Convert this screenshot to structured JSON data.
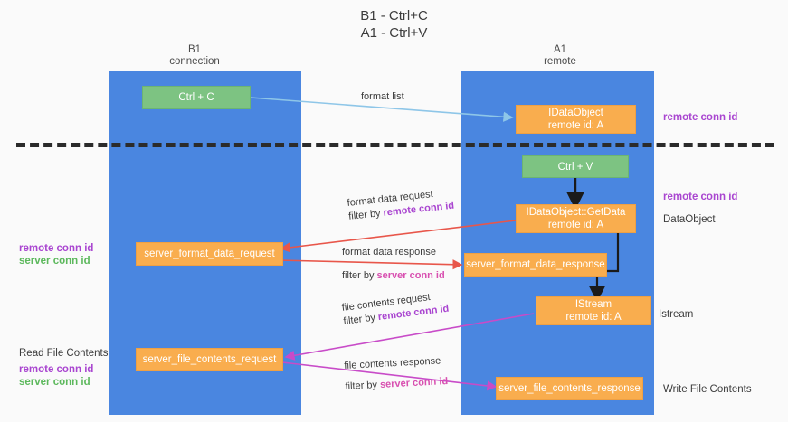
{
  "diagram": {
    "title": "B1 - Ctrl+C\nA1 - Ctrl+V",
    "lanes": [
      {
        "id": "b1",
        "header": "B1\nconnection"
      },
      {
        "id": "a1",
        "header": "A1\nremote"
      }
    ],
    "nodes": {
      "ctrl_c": {
        "label": "Ctrl + C",
        "color": "#7dc382"
      },
      "idataobject": {
        "line1": "IDataObject",
        "line2": "remote id: A",
        "color": "#f9ad4e"
      },
      "ctrl_v": {
        "label": "Ctrl + V",
        "color": "#7dc382"
      },
      "getdata": {
        "line1": "IDataObject::GetData",
        "line2": "remote id: A",
        "color": "#f9ad4e"
      },
      "server_format_data_request": {
        "label": "server_format_data_request",
        "color": "#f9ad4e"
      },
      "server_format_data_response": {
        "label": "server_format_data_response",
        "color": "#f9ad4e"
      },
      "istream": {
        "line1": "IStream",
        "line2": "remote id: A",
        "color": "#f9ad4e"
      },
      "server_file_contents_request": {
        "label": "server_file_contents_request",
        "color": "#f9ad4e"
      },
      "server_file_contents_response": {
        "label": "server_file_contents_response",
        "color": "#f9ad4e"
      }
    },
    "edge_labels": {
      "format_list": "format list",
      "format_data_request": "format data request",
      "format_data_request_filter_prefix": "filter by ",
      "format_data_request_filter_value": "remote conn id",
      "format_data_response": "format data response",
      "format_data_response_filter_prefix": "filter by ",
      "format_data_response_filter_value": "server conn id",
      "file_contents_request": "file contents request",
      "file_contents_request_filter_prefix": "filter by ",
      "file_contents_request_filter_value": "remote conn id",
      "file_contents_response": "file contents response",
      "file_contents_response_filter_prefix": "filter by ",
      "file_contents_response_filter_value": "server conn id"
    },
    "annotations": {
      "right_remote_conn_id_top": "remote conn id",
      "right_remote_conn_id_mid": "remote conn id",
      "right_dataobject": "DataObject",
      "right_istream": "Istream",
      "right_write_file_contents": "Write File Contents",
      "left_remote_conn_id": "remote conn id",
      "left_server_conn_id": "server conn id",
      "left_read_file_contents": "Read File Contents",
      "left_remote_conn_id_2": "remote conn id",
      "left_server_conn_id_2": "server conn id"
    },
    "colors": {
      "lane": "#4a86e0",
      "green_node": "#7dc382",
      "orange_node": "#f9ad4e",
      "remote_conn_id": "#a945d0",
      "server_conn_id_green": "#5cb85c",
      "server_conn_id_pink": "#d84fb0",
      "arrow_blue": "#8ec6e8",
      "arrow_red": "#e8564a",
      "arrow_magenta": "#c84bc8",
      "arrow_black": "#1a1a1a",
      "divider": "#2b2b2b"
    }
  }
}
